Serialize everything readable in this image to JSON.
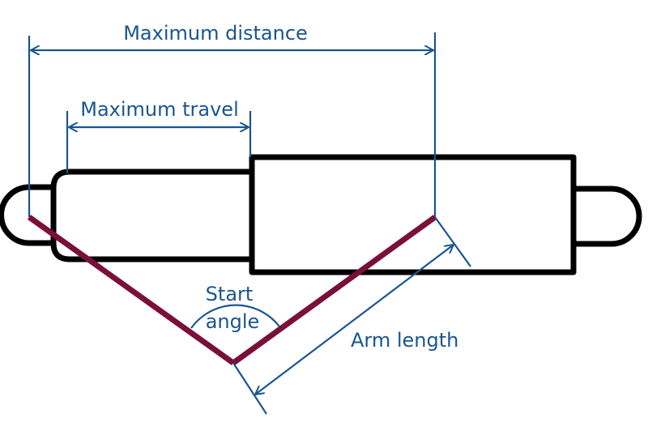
{
  "labels": {
    "max_distance": "Maximum distance",
    "max_travel": "Maximum travel",
    "start_angle_line1": "Start",
    "start_angle_line2": "angle",
    "arm_length": "Arm length"
  },
  "colors": {
    "outline": "#000000",
    "dimension": "#1a5590",
    "arm": "#7a0f3a",
    "background": "#ffffff"
  }
}
